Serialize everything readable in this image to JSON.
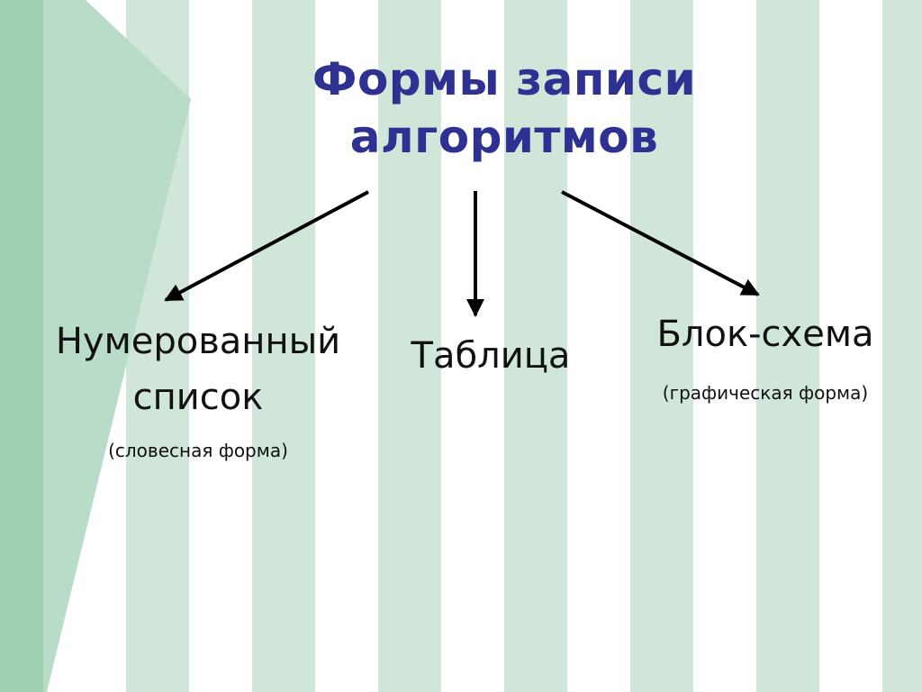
{
  "title": {
    "line1": "Формы записи",
    "line2": "алгоритмов"
  },
  "nodes": {
    "numbered": {
      "line1": "Нумерованный",
      "line2": "список",
      "note": "(словесная форма)"
    },
    "table": {
      "label": "Таблица"
    },
    "flowchart": {
      "label": "Блок-схема",
      "note": "(графическая форма)"
    }
  },
  "colors": {
    "title": "#2e3192",
    "stripe": "#cfe6d8",
    "triangle_light": "#b9dcc8",
    "triangle_dark": "#9fd0b4",
    "text": "#111111",
    "arrow": "#000000"
  }
}
